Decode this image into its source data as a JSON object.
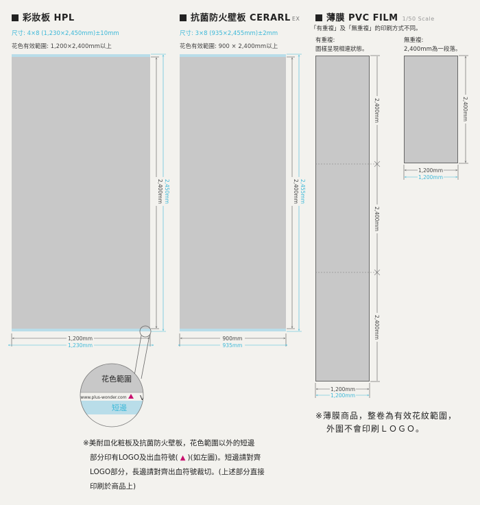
{
  "hpl": {
    "title": "彩妝板 HPL",
    "spec": "尺寸: 4×8 (1,230×2,450mm)±10mm",
    "effective": "花色有效範圍: 1,200×2,400mm以上",
    "dim_width": "1,200mm",
    "dim_width_bleed": "1,230mm",
    "dim_height": "2,400mm",
    "dim_height_bleed": "2,450mm"
  },
  "cerarl": {
    "title": "抗菌防火壁板 CERARL",
    "title_suffix": "EX",
    "spec": "尺寸: 3×8 (935×2,455mm)±2mm",
    "effective": "花色有效範圍: 900 × 2,400mm以上",
    "dim_width": "900mm",
    "dim_width_bleed": "935mm",
    "dim_height": "2,400mm",
    "dim_height_bleed": "2,455mm"
  },
  "film": {
    "title": "薄膜 PVC FILM",
    "scale": "1/50 Scale",
    "subtitle": "「有重複」及「無重複」的印刷方式不同。",
    "repeat_label": "有重複:",
    "repeat_desc": "圖樣呈現相連狀態。",
    "norepeat_label": "無重複:",
    "norepeat_desc": "2,400mm為一段落。",
    "dim_segment": "2,400mm",
    "dim_width": "1,200mm",
    "dim_width_bleed": "1,200mm",
    "note_line1": "※薄膜商品，整卷為有效花紋範圍，",
    "note_line2": "外圍不會印刷ＬＯＧＯ。"
  },
  "magnifier": {
    "label": "花色範圍",
    "url": "www.plus-wonder.com",
    "mark_v": "V",
    "short_edge": "短邊"
  },
  "notes": {
    "line1": "※美耐皿化粧板及抗菌防火壁板，花色範圍以外的短邊",
    "line2_a": "部分印有LOGO及出血符號(",
    "line2_b": ")(如左圖)。短邊請對齊",
    "line3": "LOGO部分，長邊請對齊出血符號裁切。(上述部分直接",
    "line4": "印刷於商品上)"
  },
  "colors": {
    "panel": "#c8c8c8",
    "bleed": "#b9dde9",
    "accent": "#3cb8d8",
    "mark": "#c8106e",
    "background": "#f3f2ee"
  }
}
